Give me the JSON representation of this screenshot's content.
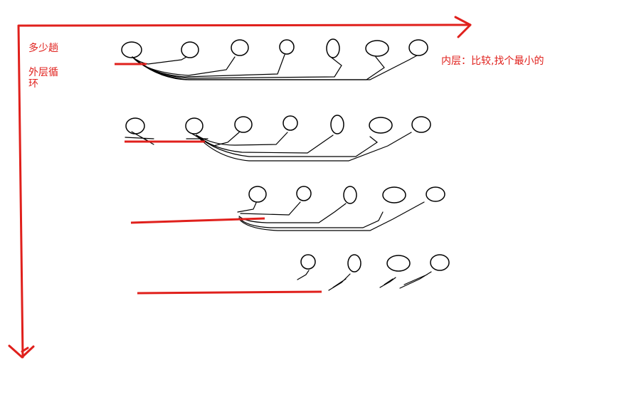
{
  "labels": {
    "passes": "多少趟",
    "outer_loop_line1": "外层循",
    "outer_loop_line2": "环",
    "inner_loop": "内层：比较,找个最小的"
  },
  "colors": {
    "axis": "#e0201c",
    "ink": "#000000",
    "background": "#ffffff"
  },
  "rows": [
    {
      "pass": 1,
      "elements": 7
    },
    {
      "pass": 2,
      "elements": 7
    },
    {
      "pass": 3,
      "elements": 5
    },
    {
      "pass": 4,
      "elements": 4
    }
  ]
}
